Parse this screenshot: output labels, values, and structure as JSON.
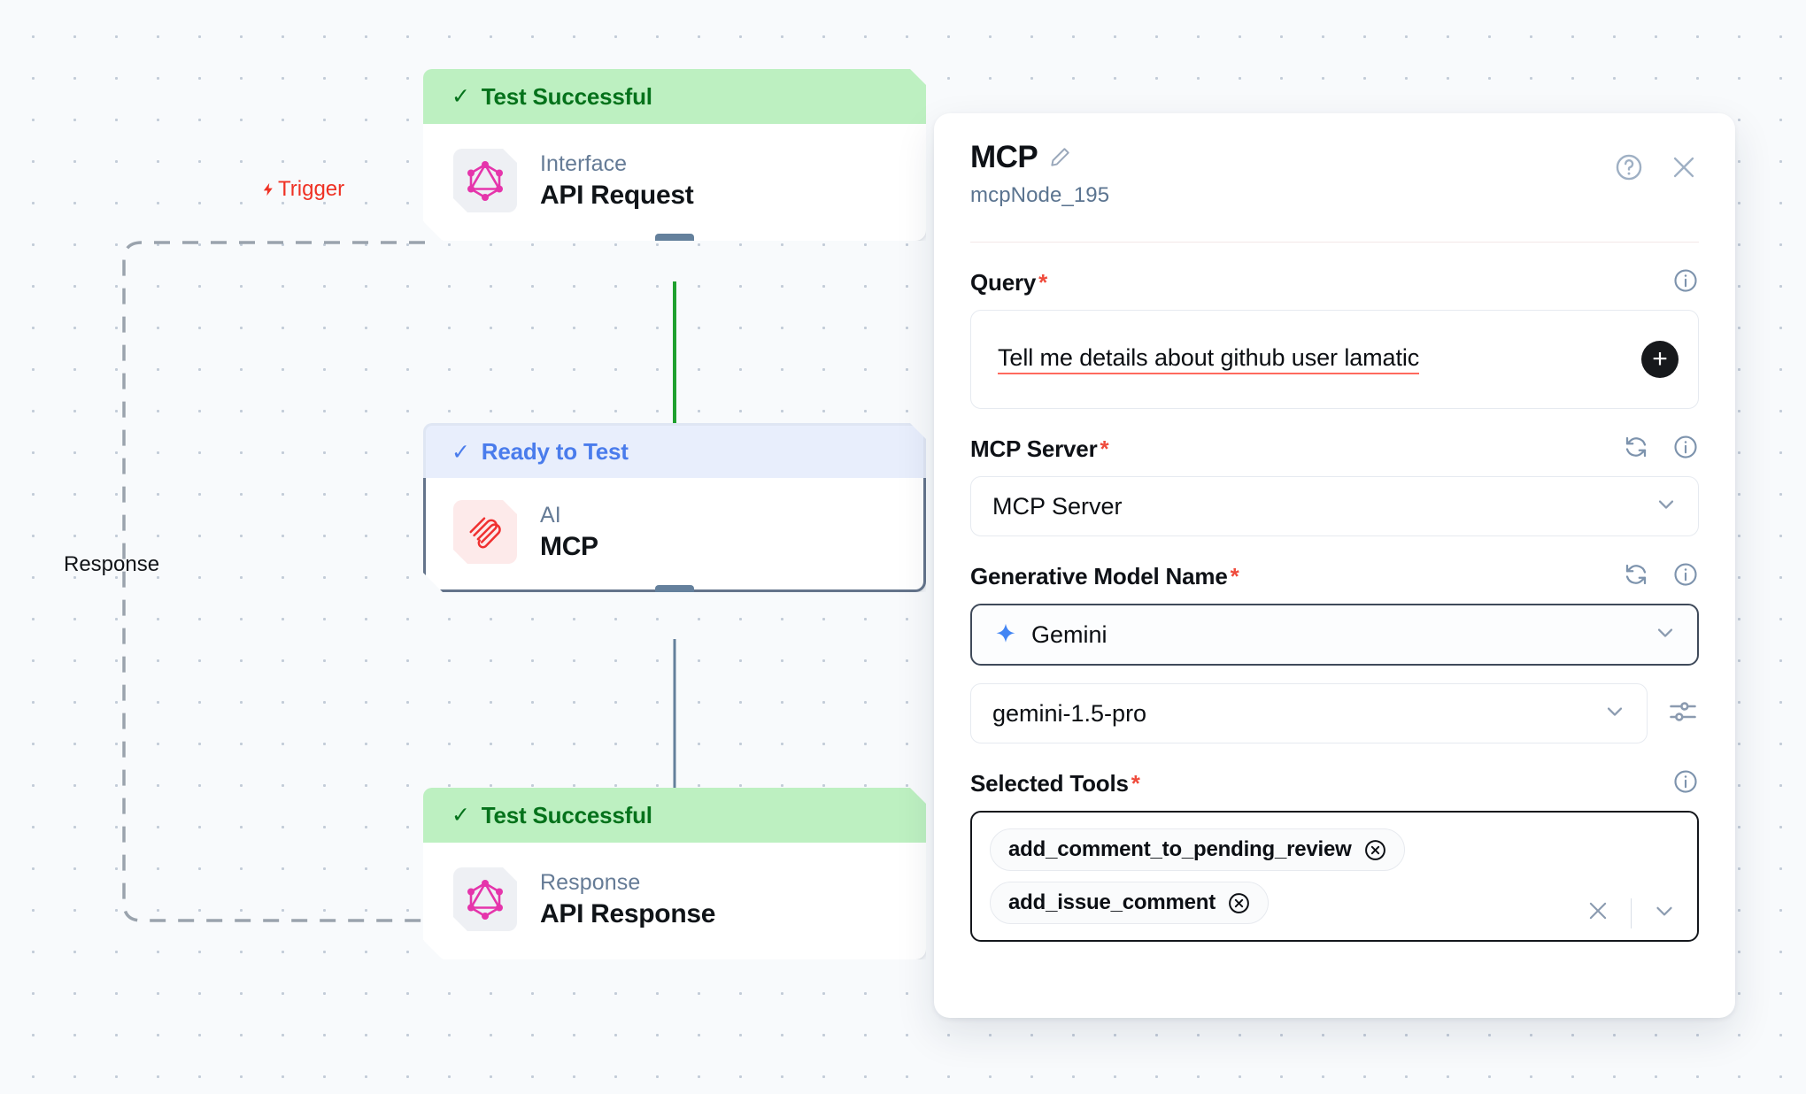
{
  "canvas": {
    "edge_labels": {
      "trigger": "Trigger",
      "response": "Response"
    },
    "nodes": [
      {
        "status": "Test Successful",
        "status_type": "success",
        "check": "✓",
        "kind": "Interface",
        "title": "API Request",
        "icon": "graphql-icon"
      },
      {
        "status": "Ready to Test",
        "status_type": "ready",
        "check": "✓",
        "kind": "AI",
        "title": "MCP",
        "icon": "mcp-paperclip-icon"
      },
      {
        "status": "Test Successful",
        "status_type": "success",
        "check": "✓",
        "kind": "Response",
        "title": "API Response",
        "icon": "graphql-icon"
      }
    ]
  },
  "panel": {
    "title": "MCP",
    "subtitle": "mcpNode_195",
    "edit_icon": "pencil-icon",
    "help_icon": "help-circle-icon",
    "close_icon": "close-icon",
    "fields": {
      "query": {
        "label": "Query",
        "required": "*",
        "value": "Tell me details about github user lamatic",
        "add_button": "+",
        "info_icon": "info-icon"
      },
      "mcp_server": {
        "label": "MCP Server",
        "required": "*",
        "value": "MCP Server",
        "refresh_icon": "refresh-icon",
        "info_icon": "info-icon"
      },
      "generative_model_name": {
        "label": "Generative Model Name",
        "required": "*",
        "provider": "Gemini",
        "provider_icon": "gemini-sparkle-icon",
        "model": "gemini-1.5-pro",
        "settings_icon": "sliders-icon",
        "refresh_icon": "refresh-icon",
        "info_icon": "info-icon"
      },
      "selected_tools": {
        "label": "Selected Tools",
        "required": "*",
        "info_icon": "info-icon",
        "tags": [
          "add_comment_to_pending_review",
          "add_issue_comment"
        ],
        "clear_icon": "clear-all-icon",
        "dropdown_icon": "chevron-down-icon"
      }
    }
  },
  "colors": {
    "success_bg": "#bdf0c1",
    "success_text": "#05721b",
    "ready_bg": "#e8eefc",
    "ready_text": "#4a7cec",
    "trigger": "#ef3124",
    "accent_green_edge": "#1fa02e",
    "accent_slate_edge": "#64809c",
    "graphql_pink": "#e535ab",
    "mcp_red": "#f03030",
    "gemini_blue": "#4285f4",
    "required_red": "#ef4b3c"
  }
}
